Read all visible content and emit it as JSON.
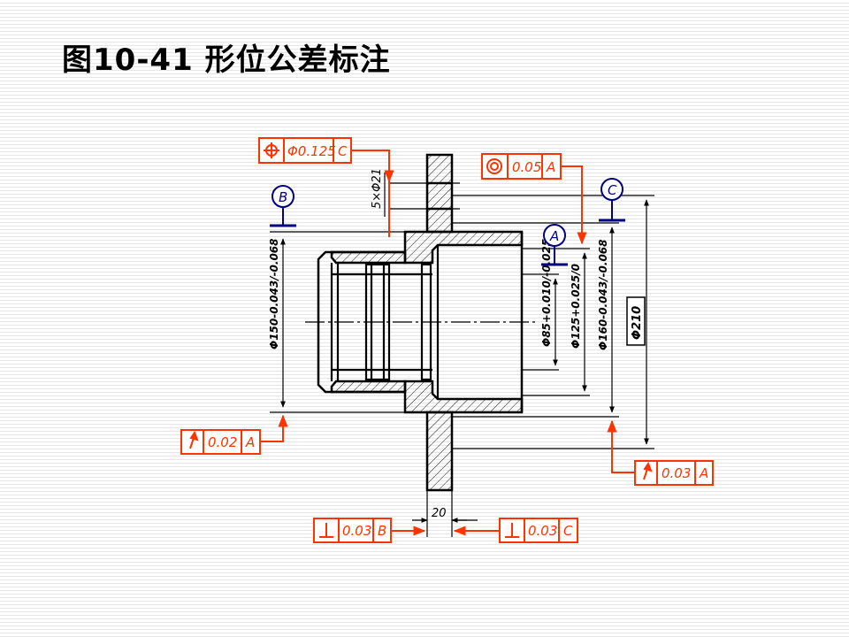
{
  "slide": {
    "title": "图10-41 形位公差标注"
  },
  "colors": {
    "drawing": "#000000",
    "tolerance": "#ff3300",
    "datum": "#000080"
  },
  "tolerance_frames": {
    "position_holes": {
      "symbol_icon": "position-icon",
      "value": "Φ0.125",
      "datum": "C"
    },
    "concentricity": {
      "symbol_icon": "concentricity-icon",
      "value": "0.05",
      "datum": "A"
    },
    "runout_left": {
      "symbol_icon": "runout-arrow-icon",
      "value": "0.02",
      "datum": "A"
    },
    "runout_right": {
      "symbol_icon": "runout-arrow-icon",
      "value": "0.03",
      "datum": "A"
    },
    "perpendicular_left": {
      "symbol_icon": "perpendicularity-icon",
      "value": "0.03",
      "datum": "B"
    },
    "perpendicular_right": {
      "symbol_icon": "perpendicularity-icon",
      "value": "0.03",
      "datum": "C"
    }
  },
  "datums": {
    "B": "B",
    "A": "A",
    "C": "C"
  },
  "dimensions": {
    "holes": "5×Φ21",
    "d150": "Φ150-0.043/-0.068",
    "d85": "Φ85+0.010/-0.025",
    "d125": "Φ125+0.025/0",
    "d160": "Φ160-0.043/-0.068",
    "d210": "Φ210",
    "flange_width": "20"
  }
}
